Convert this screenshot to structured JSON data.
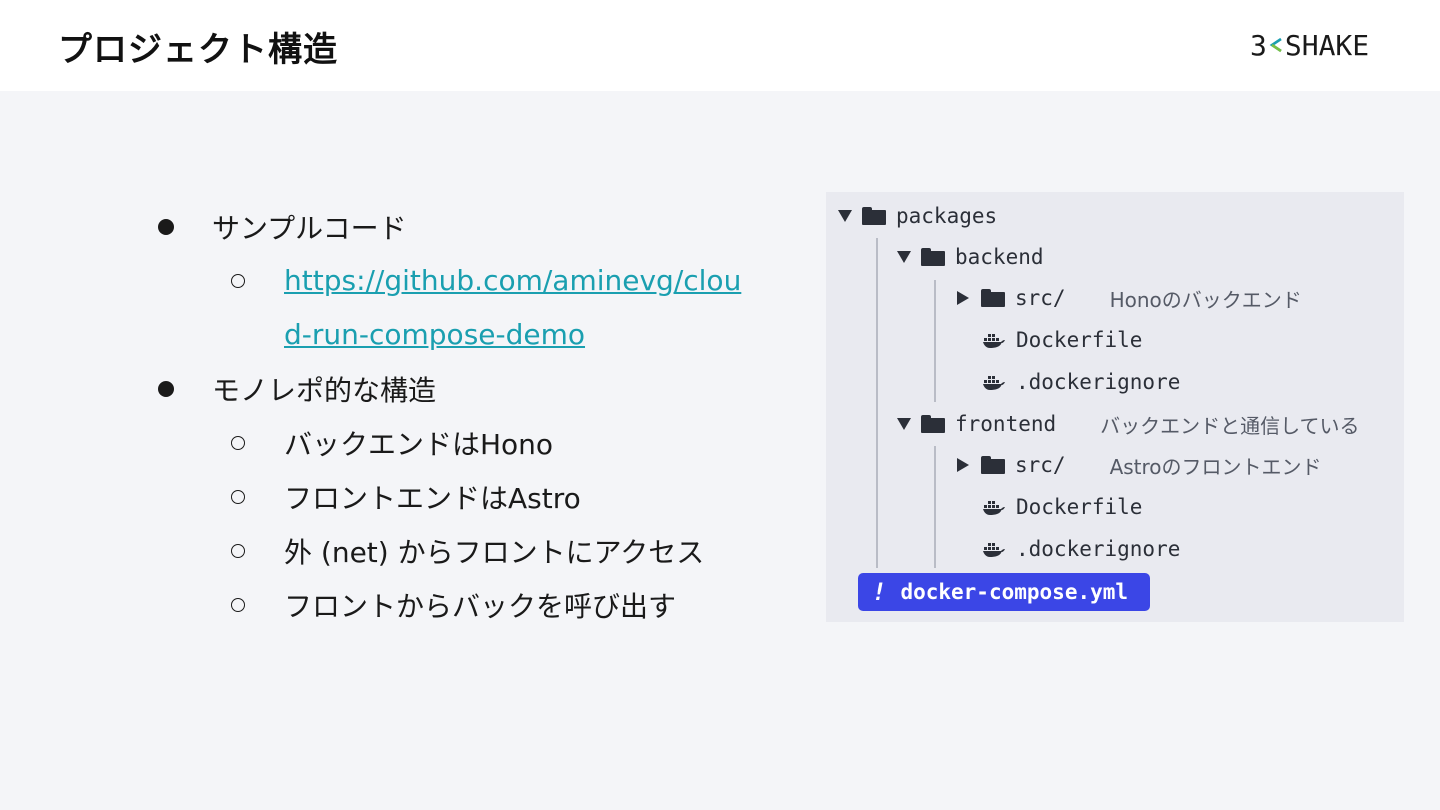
{
  "header": {
    "title": "プロジェクト構造",
    "logo_left": "3",
    "logo_right": "SHAKE"
  },
  "bullets": [
    {
      "text": "サンプルコード",
      "children": [
        {
          "text": "https://github.com/aminevg/cloud-run-compose-demo",
          "is_link": true
        }
      ]
    },
    {
      "text": "モノレポ的な構造",
      "children": [
        {
          "text": "バックエンドはHono"
        },
        {
          "text": "フロントエンドはAstro"
        },
        {
          "text": "外 (net) からフロントにアクセス"
        },
        {
          "text": "フロントからバックを呼び出す"
        }
      ]
    }
  ],
  "tree": {
    "root": "packages",
    "backend": {
      "name": "backend",
      "src": "src/",
      "src_note": "Honoのバックエンド",
      "dockerfile": "Dockerfile",
      "dockerignore": ".dockerignore"
    },
    "frontend": {
      "name": "frontend",
      "note": "バックエンドと通信している",
      "src": "src/",
      "src_note": "Astroのフロントエンド",
      "dockerfile": "Dockerfile",
      "dockerignore": ".dockerignore"
    },
    "compose": {
      "icon_text": "!",
      "name": "docker-compose.yml"
    }
  },
  "colors": {
    "link": "#1a9fb0",
    "badge": "#3b46e6",
    "background": "#f4f5f8",
    "tree_background": "#e9eaf0"
  }
}
